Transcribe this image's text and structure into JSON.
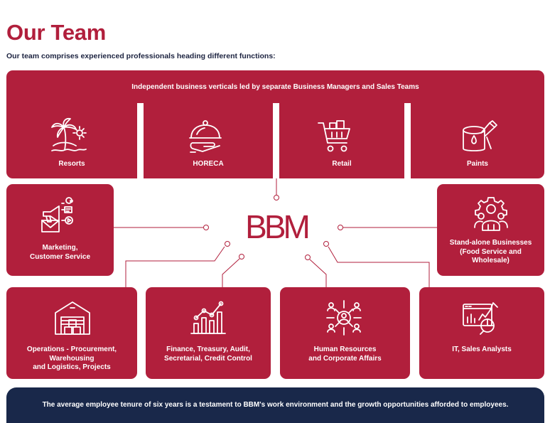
{
  "title": "Our Team",
  "subtitle": "Our team comprises experienced professionals heading different functions:",
  "top_panel": {
    "header": "Independent business verticals led by separate Business Managers and Sales Teams",
    "verticals": [
      {
        "label": "Resorts",
        "icon": "palm-tree-icon"
      },
      {
        "label": "HORECA",
        "icon": "food-cloche-icon"
      },
      {
        "label": "Retail",
        "icon": "shopping-cart-icon"
      },
      {
        "label": "Paints",
        "icon": "paint-bucket-icon"
      }
    ]
  },
  "center_logo": "BBM",
  "left_function": {
    "label": "Marketing,\nCustomer Service",
    "icon": "marketing-megaphone-icon"
  },
  "right_function": {
    "label": "Stand-alone Businesses\n(Food Service and\nWholesale)",
    "icon": "team-gear-icon"
  },
  "bottom_functions": [
    {
      "label": "Operations - Procurement,\nWarehousing\nand Logistics, Projects",
      "icon": "warehouse-icon"
    },
    {
      "label": "Finance, Treasury, Audit,\nSecretarial, Credit Control",
      "icon": "growth-chart-icon"
    },
    {
      "label": "Human Resources\nand Corporate Affairs",
      "icon": "people-network-icon"
    },
    {
      "label": "IT, Sales Analysts",
      "icon": "analytics-dashboard-icon"
    }
  ],
  "footer": "The average employee tenure of six years is a testament to BBM's work environment and the growth opportunities afforded to employees.",
  "colors": {
    "brand_red": "#b11f3c",
    "navy": "#19284a",
    "text_dark": "#1c2340"
  }
}
